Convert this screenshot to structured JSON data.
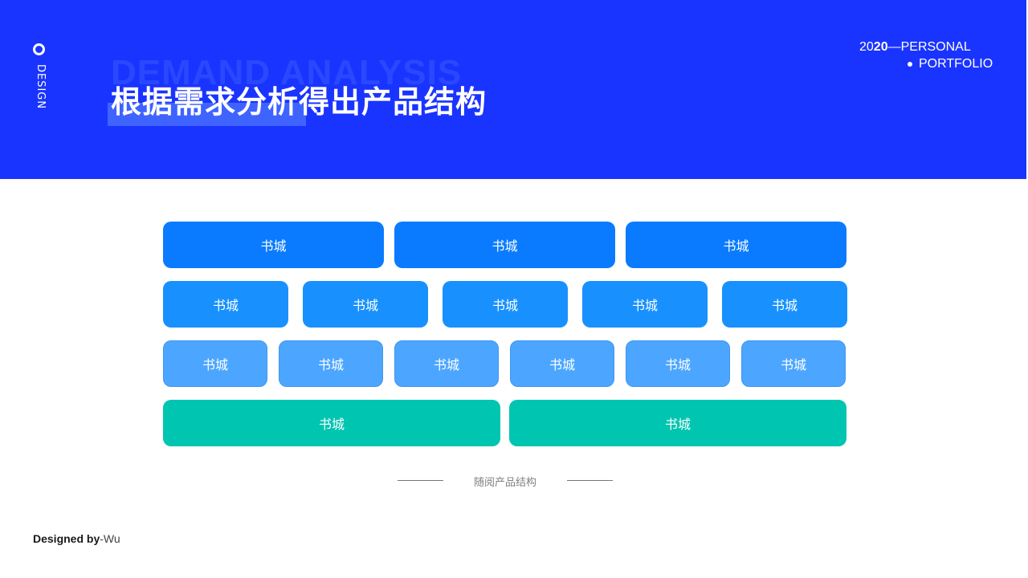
{
  "side_label": "DESIGN",
  "ghost_title": "DEMAND ANALYSIS",
  "title": "根据需求分析得出产品结构",
  "portfolio": {
    "year_prefix": "20",
    "year_suffix": "20",
    "dash": "—",
    "line1_text": "PERSONAL",
    "line2_text": "PORTFOLIO"
  },
  "structure": {
    "row1": [
      "书城",
      "书城",
      "书城"
    ],
    "row2": [
      "书城",
      "书城",
      "书城",
      "书城",
      "书城"
    ],
    "row3": [
      "书城",
      "书城",
      "书城",
      "书城",
      "书城",
      "书城"
    ],
    "row4": [
      "书城",
      "书城"
    ]
  },
  "caption": "随阅产品结构",
  "footer": {
    "prefix": "Designed by",
    "author": "-Wu"
  },
  "colors": {
    "header_bg": "#1a34ff",
    "row1": "#0a7bff",
    "row2": "#1891ff",
    "row3": "#4ca6ff",
    "row4": "#00c5b0"
  }
}
